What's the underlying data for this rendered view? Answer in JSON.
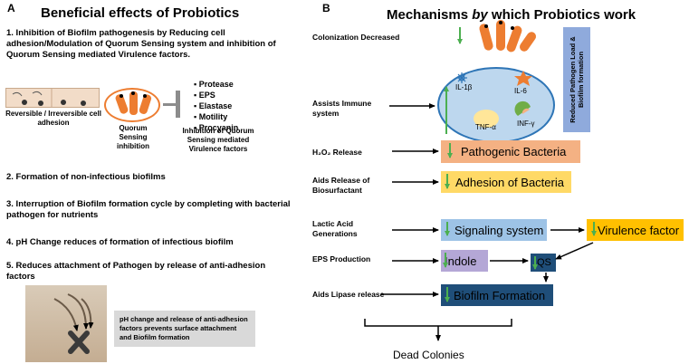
{
  "panel_a": {
    "letter": "A",
    "title": "Beneficial effects of Probiotics",
    "item1": "1. Inhibition of  Biofilm pathogenesis by Reducing cell adhesion/Modulation of Quorum Sensing system and inhibition of Quorum Sensing mediated  Virulence factors.",
    "adhesion_caption": "Reversible / Irreversible cell adhesion",
    "qs_caption": "Quorum  Sensing inhibition",
    "factors": [
      "Protease",
      "EPS",
      "Elastase",
      "Motility",
      "Procyanin"
    ],
    "factors_caption": "Inhibition of Quorum Sensing mediated Virulence factors",
    "item2": "2. Formation of non-infectious biofilms",
    "item3": "3. Interruption of  Biofilm formation cycle by completing with bacterial pathogen for nutrients",
    "item4": "4. pH Change reduces of formation of infectious biofilm",
    "item5": "5. Reduces attachment of Pathogen by release of anti-adhesion factors",
    "ph_box": "pH change and release of anti-adhesion factors prevents surface attachment  and Biofilm formation"
  },
  "panel_b": {
    "letter": "B",
    "title_pre": "Mechanisms ",
    "title_em": "by",
    "title_post": " which Probiotics work",
    "colonization": "Colonization Decreased",
    "immune": "Assists  Immune system",
    "cytokines": {
      "il1b": "IL-1β",
      "il6": "IL-6",
      "tnf": "TNF-α",
      "inf": "INF-γ"
    },
    "reduced_label": "Reduced Pathogen Load & Biofilm formation",
    "h2o2": "H₂O₂ Release",
    "pathogenic": "Pathogenic Bacteria",
    "biosurf": "Aids Release of Biosurfactant",
    "adhesion": "Adhesion of Bacteria",
    "lactic": "Lactic Acid Generations",
    "signaling": "Signaling system",
    "virulence": "Virulence factor",
    "eps": "EPS Production",
    "indole": "Indole",
    "qs": "QS",
    "lipase": "Aids Lipase release",
    "biofilm": "Biofilm Formation",
    "dead": "Dead Colonies"
  },
  "colors": {
    "orange_box": "#f4b183",
    "yellow_box": "#ffd966",
    "blue_box": "#9dc3e6",
    "virulence_box": "#ffc000",
    "indole_box": "#b4a7d6",
    "dark_blue_box": "#1f4e79",
    "green_arrow": "#4caf50",
    "bacteria_orange": "#ed7d31"
  }
}
